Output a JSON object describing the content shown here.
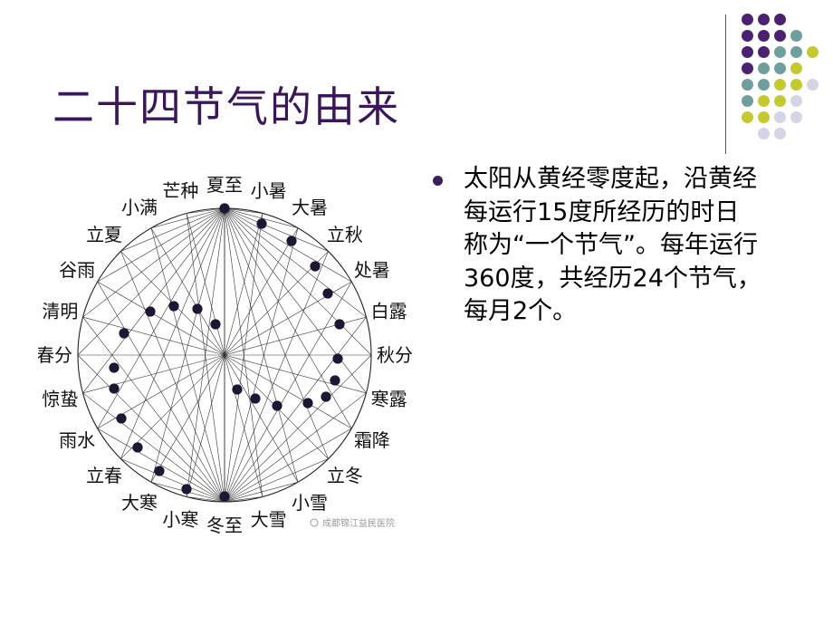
{
  "title": "二十四节气的由来",
  "bullet": "太阳从黄经零度起，沿黄经每运行15度所经历的时日称为“一个节气”。每年运行360度，共经历24个节气，每月2个。",
  "diagram": {
    "terms": [
      "夏至",
      "小暑",
      "大暑",
      "立秋",
      "处暑",
      "白露",
      "秋分",
      "寒露",
      "霜降",
      "立冬",
      "小雪",
      "大雪",
      "冬至",
      "小寒",
      "大寒",
      "立春",
      "雨水",
      "惊蛰",
      "春分",
      "清明",
      "谷雨",
      "立夏",
      "小满",
      "芒种"
    ],
    "watermark": "成都锦江益民医院"
  },
  "colors": {
    "title": "#3b1659",
    "bullet": "#3d1d5a",
    "dot_purple": "#4b2270",
    "dot_teal": "#6f9f9c",
    "dot_lime": "#c5c92f",
    "dot_lavender": "#d4d4e6"
  }
}
